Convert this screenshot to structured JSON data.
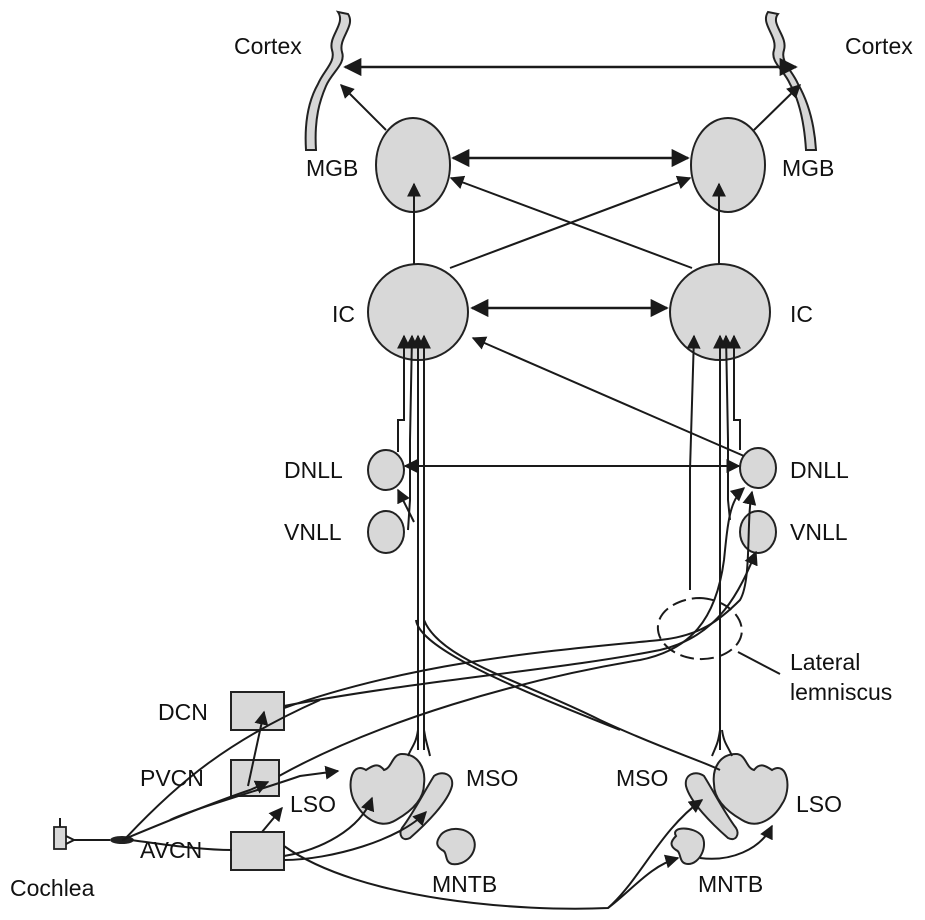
{
  "diagram": {
    "labels": {
      "cortex_left": "Cortex",
      "cortex_right": "Cortex",
      "mgb_left": "MGB",
      "mgb_right": "MGB",
      "ic_left": "IC",
      "ic_right": "IC",
      "dnll_left": "DNLL",
      "dnll_right": "DNLL",
      "vnll_left": "VNLL",
      "vnll_right": "VNLL",
      "lateral_lemniscus_line1": "Lateral",
      "lateral_lemniscus_line2": "lemniscus",
      "dcn": "DCN",
      "pvcn": "PVCN",
      "avcn": "AVCN",
      "cochlea": "Cochlea",
      "lso_left": "LSO",
      "lso_right": "LSO",
      "mso_left": "MSO",
      "mso_right": "MSO",
      "mntb_left": "MNTB",
      "mntb_right": "MNTB"
    },
    "colors": {
      "nucleus_fill": "#d8d8d8",
      "stroke": "#1a1a1a",
      "background": "#ffffff"
    }
  }
}
